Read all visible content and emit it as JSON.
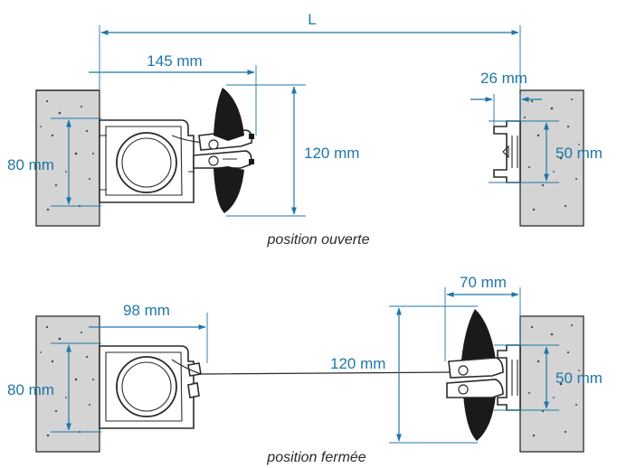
{
  "dimensions": {
    "overall_length": "L",
    "top_arm_reach": "145 mm",
    "top_blade_height": "120 mm",
    "top_rail_depth": "26 mm",
    "top_rail_height": "50 mm",
    "top_housing_height": "80 mm",
    "bottom_housing_depth": "98 mm",
    "bottom_housing_height": "80 mm",
    "bottom_blade_height": "120 mm",
    "bottom_blade_reach": "70 mm",
    "bottom_rail_height": "50 mm"
  },
  "captions": {
    "open": "position ouverte",
    "closed": "position fermée"
  },
  "colors": {
    "dimension": "#1f76a8",
    "wall": "#d4d4d4",
    "blade": "#1a1a1a"
  }
}
